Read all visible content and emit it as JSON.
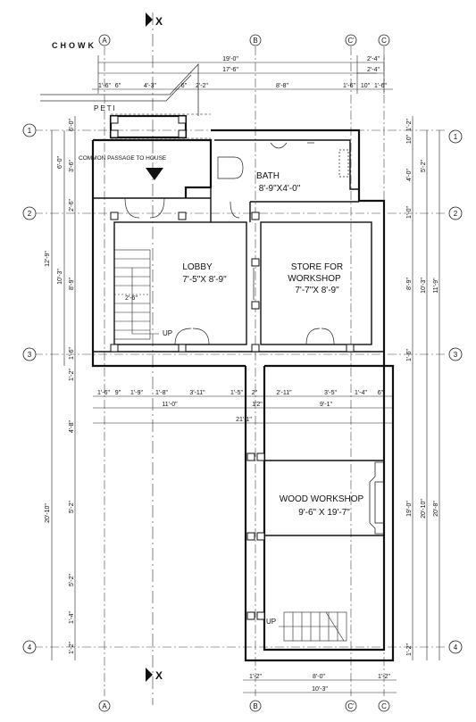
{
  "plan": {
    "section_marker": "X",
    "road_label": "CHOWK",
    "peti_label": "PETI",
    "passage_label": "COMMON PASSAGE TO HOUSE",
    "up_label": "UP",
    "grid_cols": [
      "A",
      "B",
      "C'",
      "C"
    ],
    "grid_rows": [
      "1",
      "2",
      "3",
      "4"
    ],
    "rooms": {
      "bath": {
        "name": "BATH",
        "size": "8'-9\"X4'-0\""
      },
      "lobby": {
        "name": "LOBBY",
        "size": "7'-5\"X 8'-9\""
      },
      "store": {
        "line1": "STORE FOR",
        "line2": "WORKSHOP",
        "size": "7'-7\"X 8'-9\""
      },
      "workshop": {
        "name": "WOOD WORKSHOP",
        "size": "9'-6\" X 19'-7\""
      }
    },
    "top_dims": {
      "overall": "19'-0\"",
      "inner": "17'-6\"",
      "right_a": "2'-4\"",
      "right_b": "2'-4\"",
      "row3": [
        "1'-6\"",
        "6\"",
        "4'-3\"",
        "6\"",
        "2'-2\"",
        "8'-8\"",
        "1'-6\"",
        "10\"",
        "1'-6\""
      ]
    },
    "mid_dims": {
      "row_a": [
        "1'-6\"",
        "9\"",
        "1'-9\"",
        "1'-8\"",
        "3'-11\"",
        "1'-5\"",
        "2\"",
        "2'-11\"",
        "3'-5\"",
        "1'-4\"",
        "6\""
      ],
      "row_b": [
        "11'-0\"",
        "1'2\"",
        "9'-1\""
      ],
      "row_c": "21'-1\""
    },
    "bottom_dims": {
      "a": "1'-2\"",
      "b": "8'-0\"",
      "c": "1'-2\"",
      "total": "10'-3\""
    },
    "left_dims": {
      "outer_top": "12'-9\"",
      "outer_bottom": "20'-10\"",
      "mid_top": "10'-3\"",
      "mid": [
        "6'-0\"",
        "3'-6\"",
        "2'-6\"",
        "8'-9\"",
        "1'-6\"",
        "1'-2\"",
        "4'-8\"",
        "5'-2\"",
        "5'-2\"",
        "1'-4\"",
        "1'-2\""
      ],
      "small": "6'-0\"",
      "stair": "2'-6\""
    },
    "right_dims": {
      "inner": [
        "1'-2\"",
        "10\"",
        "4'-0\"",
        "1'-0\"",
        "8'-9\"",
        "1'-6\"",
        "19'-0\"",
        "1'-2\""
      ],
      "mid": [
        "5'-2\"",
        "10'-3\"",
        "20'-10\""
      ],
      "outer": [
        "11'-9\"",
        "20'-8\""
      ]
    }
  }
}
